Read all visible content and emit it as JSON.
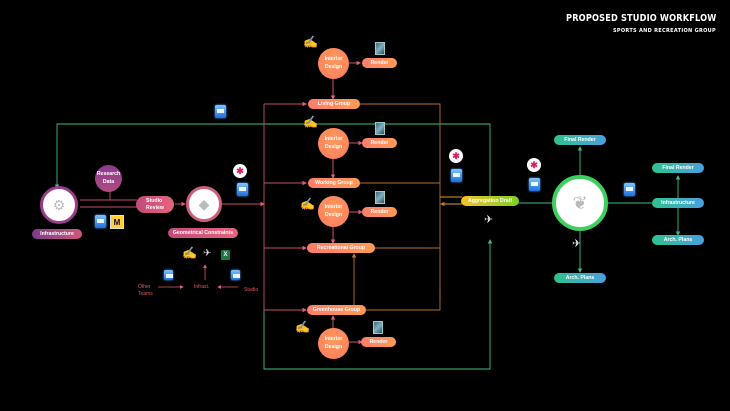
{
  "header": {
    "title": "PROPOSED STUDIO WORKFLOW",
    "subtitle": "SPORTS AND RECREATION GROUP"
  },
  "colors": {
    "background": "#000000",
    "orange_flow": "#ff8a60",
    "pink_flow": "#c8506a",
    "brown_flow": "#b87030",
    "green_flow": "#3fbf7f",
    "teal_node": "#3fbfa0",
    "yellow_node": "#d8d02a"
  },
  "left": {
    "infrastructure_label": "Infrastructure",
    "research_data_label": "Research\nData",
    "studio_review_label": "Studio\nReview",
    "geometrical_constraints_label": "Geometrical Constraints",
    "other_teams_label": "Other\nTeams",
    "infrast_label": "Infrast.",
    "studio_label": "Studio"
  },
  "groups": [
    {
      "interior_label": "Interior\nDesign",
      "render_label": "Render",
      "group_label": "Living Group"
    },
    {
      "interior_label": "Interior\nDesign",
      "render_label": "Render",
      "group_label": "Working Group"
    },
    {
      "interior_label": "Interior\nDesign",
      "render_label": "Render",
      "group_label": "Recreational Group"
    },
    {
      "interior_label": "Interior\nDesign",
      "render_label": "Render",
      "group_label": "Greenhouse Group"
    }
  ],
  "right": {
    "aggregation_label": "Aggregation Draft",
    "final_render_label": "Final Render",
    "arch_plans_label": "Arch. Plans",
    "infrastructure_label": "Infrastructure",
    "final_render_2_label": "Final Render",
    "arch_plans_2_label": "Arch. Plans"
  },
  "icons": {
    "document": "document-icon",
    "slack": "slack-icon",
    "render": "render-thumbnail-icon",
    "sketch": "hand-sketch-icon",
    "excel": "excel-icon",
    "miro": "miro-icon",
    "model": "3d-model-icon",
    "grasshopper": "grasshopper-icon"
  }
}
